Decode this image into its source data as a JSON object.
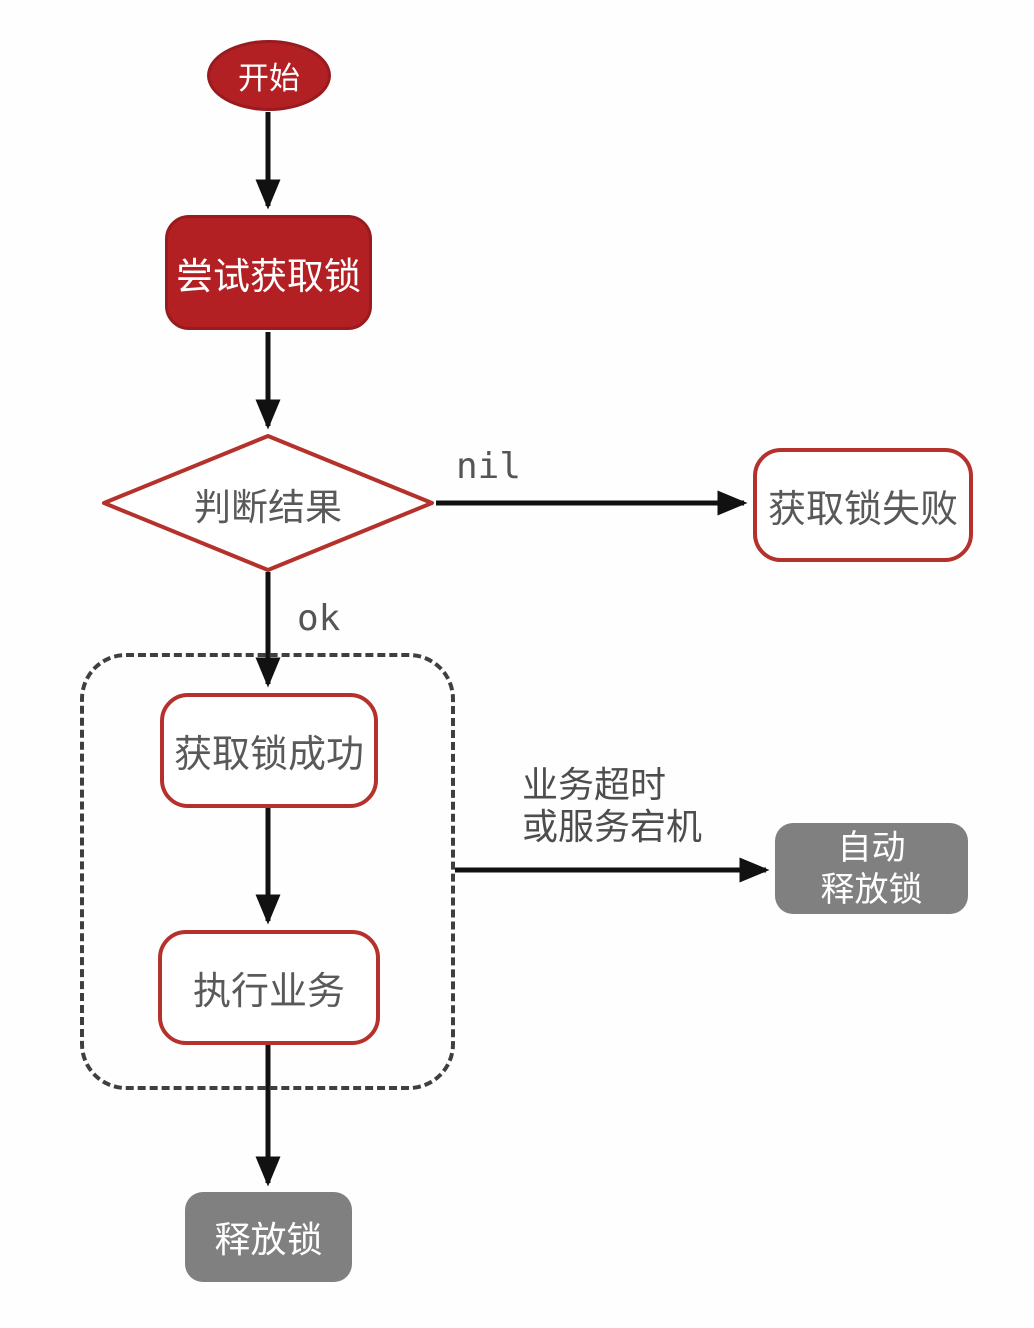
{
  "diagram": {
    "type": "flowchart",
    "nodes": {
      "start": {
        "label": "开始",
        "shape": "ellipse",
        "style": "red-filled"
      },
      "try_lock": {
        "label": "尝试获取锁",
        "shape": "rounded-rect",
        "style": "red-filled"
      },
      "judge": {
        "label": "判断结果",
        "shape": "diamond",
        "style": "red-outline"
      },
      "lock_fail": {
        "label": "获取锁失败",
        "shape": "rounded-rect",
        "style": "red-outline"
      },
      "lock_success": {
        "label": "获取锁成功",
        "shape": "rounded-rect",
        "style": "red-outline"
      },
      "run_business": {
        "label": "执行业务",
        "shape": "rounded-rect",
        "style": "red-outline"
      },
      "auto_release": {
        "label_line1": "自动",
        "label_line2": "释放锁",
        "shape": "rounded-rect",
        "style": "gray-filled"
      },
      "release": {
        "label": "释放锁",
        "shape": "rounded-rect",
        "style": "gray-filled"
      }
    },
    "edges": {
      "start_to_try": {
        "from": "start",
        "to": "try_lock",
        "label": ""
      },
      "try_to_judge": {
        "from": "try_lock",
        "to": "judge",
        "label": ""
      },
      "judge_to_fail": {
        "from": "judge",
        "to": "lock_fail",
        "label": "nil"
      },
      "judge_to_success": {
        "from": "judge",
        "to": "lock_success",
        "label": "ok"
      },
      "success_to_business": {
        "from": "lock_success",
        "to": "run_business",
        "label": ""
      },
      "group_to_auto_release": {
        "from": "dashed_group",
        "to": "auto_release",
        "label_line1": "业务超时",
        "label_line2": "或服务宕机"
      },
      "business_to_release": {
        "from": "run_business",
        "to": "release",
        "label": ""
      }
    },
    "colors": {
      "red_fill": "#b22024",
      "red_fill_border": "#971b1f",
      "red_outline": "#b5312b",
      "gray_fill": "#808080",
      "text_dark": "#595959",
      "edge_label_gray": "#555555",
      "dashed_border": "#3f3f3f",
      "arrow_black": "#111111",
      "background": "#fefefe"
    }
  }
}
